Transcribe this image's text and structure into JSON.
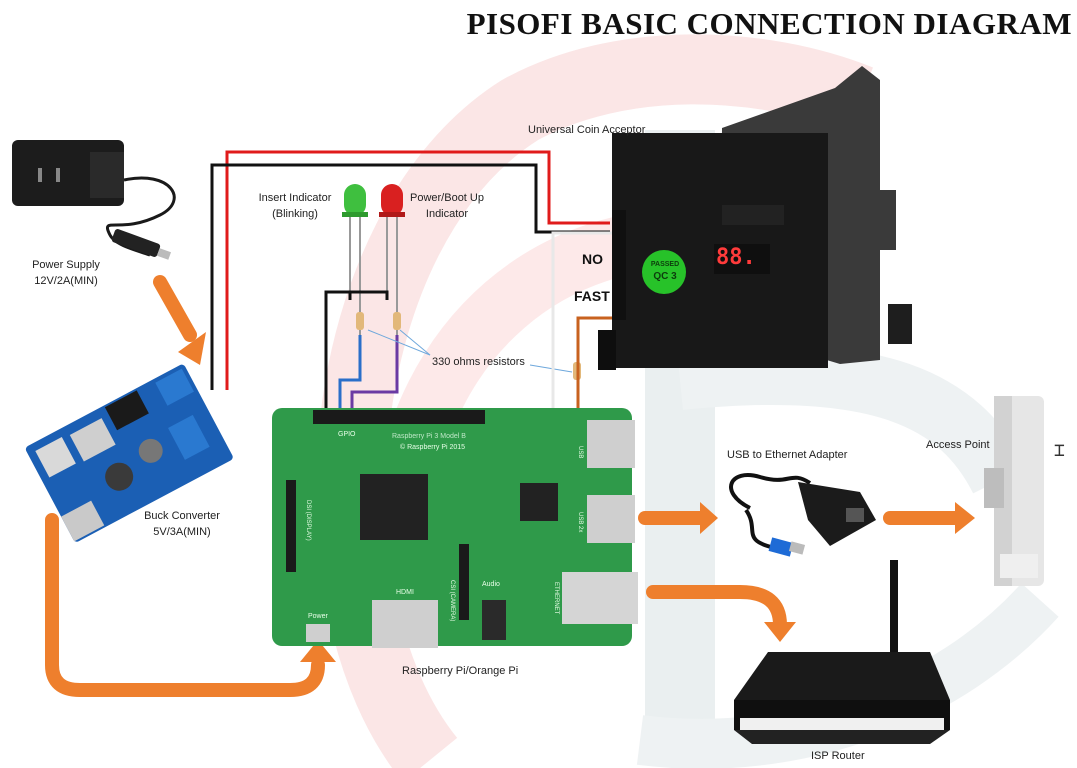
{
  "title": "PISOFI BASIC CONNECTION DIAGRAM",
  "labels": {
    "power_supply_1": "Power Supply",
    "power_supply_2": "12V/2A(MIN)",
    "buck_1": "Buck Converter",
    "buck_2": "5V/3A(MIN)",
    "insert_1": "Insert Indicator",
    "insert_2": "(Blinking)",
    "power_led_1": "Power/Boot Up",
    "power_led_2": "Indicator",
    "coin_acceptor": "Universal Coin Acceptor",
    "no": "NO",
    "fast": "FAST",
    "resistors": "330 ohms resistors",
    "raspberry": "Raspberry Pi/Orange Pi",
    "usb_eth": "USB to Ethernet Adapter",
    "access_point": "Access Point",
    "isp_router": "ISP Router"
  },
  "board_text": {
    "gpio": "GPIO",
    "copyright": "© Raspberry Pi 2015",
    "model": "Raspberry Pi 3 Model B",
    "hdmi": "HDMI",
    "audio": "Audio",
    "camera": "CSI (CAMERA)",
    "display": "DSI (DISPLAY)",
    "ethernet": "ETHERNET",
    "usb1": "USB",
    "usb2": "USB 2x",
    "power": "Power"
  },
  "coin_text": {
    "display": "88.",
    "sticker_1": "PASSED",
    "sticker_2": "QC 3"
  },
  "colors": {
    "wire_red": "#e01b1b",
    "wire_black": "#111111",
    "wire_blue": "#2a6fc9",
    "wire_purple": "#6a3aa3",
    "wire_brown": "#c8621f",
    "arrow_orange": "#ee7f2d",
    "board_green": "#2f9a4a",
    "buck_blue": "#1b5fb4",
    "led_green": "#3fbf3f",
    "led_red": "#d92020"
  }
}
